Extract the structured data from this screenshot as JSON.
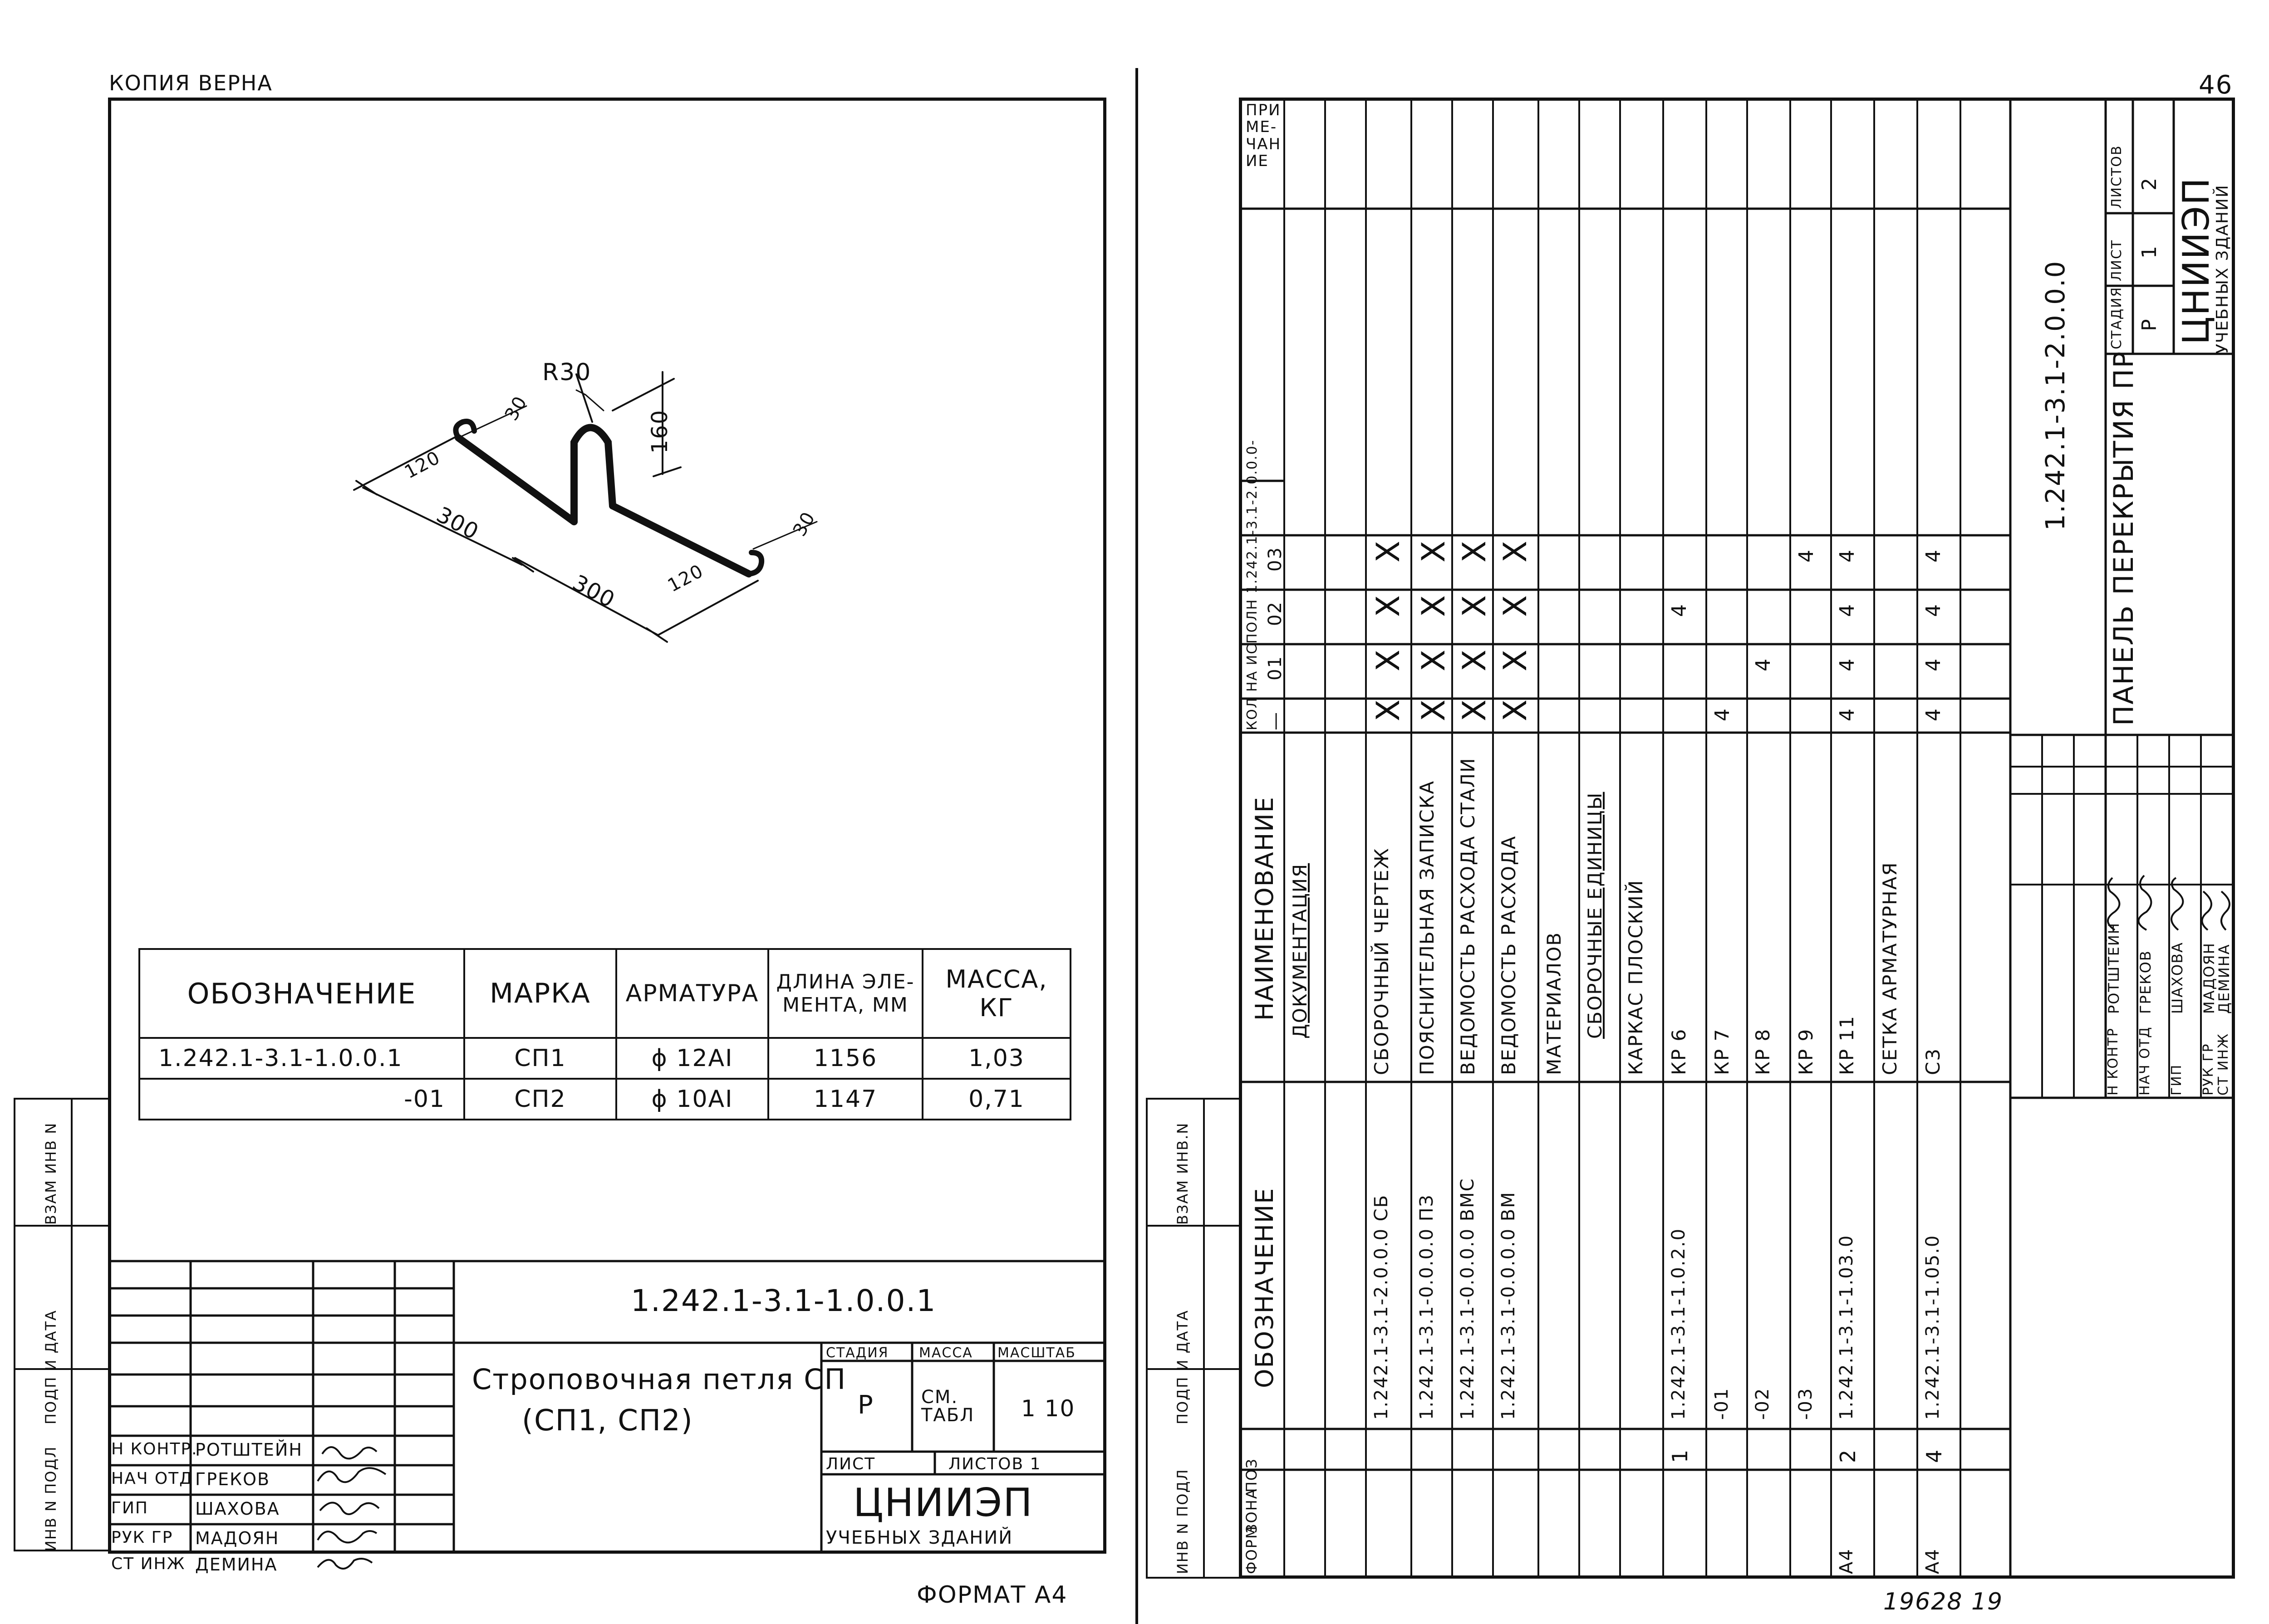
{
  "left_sheet": {
    "copy_stamp": "КОПИЯ   ВЕРНА",
    "drawing_dims": {
      "radius": "R30",
      "height": "160",
      "hook_top": "30",
      "hook_bottom": "30",
      "leg_left": "300",
      "leg_right": "300",
      "width_left": "120",
      "width_right": "120"
    },
    "spec_table": {
      "headers": [
        "ОБОЗНАЧЕНИЕ",
        "МАРКА",
        "АРМАТУРА",
        "ДЛИНА ЭЛЕ-\nМЕНТА, ММ",
        "МАССА,\nКГ"
      ],
      "rows": [
        [
          "1.242.1-3.1-1.0.0.1",
          "СП1",
          "ϕ 12АI",
          "1156",
          "1,03"
        ],
        [
          "-01",
          "СП2",
          "ϕ 10АI",
          "1147",
          "0,71"
        ]
      ]
    },
    "side_strip": [
      "ИНВ N ПОДЛ",
      "ПОДП И ДАТА",
      "ВЗАМ ИНВ N"
    ],
    "title_block": {
      "code": "1.242.1-3.1-1.0.0.1",
      "name_line1": "Строповочная петля СП",
      "name_line2": "(СП1, СП2)",
      "stage_header": "СТАДИЯ",
      "mass_header": "МАССА",
      "scale_header": "МАСШТАБ",
      "stage_value": "Р",
      "mass_value": "СМ. ТАБЛ",
      "scale_value": "1 10",
      "sheet_label": "ЛИСТ",
      "sheets_label": "ЛИСТОВ 1",
      "org": "ЦНИИЭП",
      "org_sub": "УЧЕБНЫХ ЗДАНИЙ",
      "roles": [
        {
          "role": "Н КОНТР.",
          "name": "РОТШТЕЙН"
        },
        {
          "role": "НАЧ ОТД",
          "name": "ГРЕКОВ"
        },
        {
          "role": "ГИП",
          "name": "ШАХОВА"
        },
        {
          "role": "РУК ГР",
          "name": "МАДОЯН"
        },
        {
          "role": "СТ ИНЖ",
          "name": "ДЕМИНА"
        }
      ]
    },
    "format": "ФОРМАТ А4"
  },
  "right_sheet": {
    "corner_number": "46",
    "footer_number": "19628  19",
    "side_strip": [
      "ИНВ N ПОДЛ",
      "ПОДП И ДАТА",
      "ВЗАМ ИНВ.N"
    ],
    "headers": {
      "format": "ФОРМ",
      "zone": "ЗОНА",
      "pos": "ПОЗ",
      "designation": "ОБОЗНАЧЕНИЕ",
      "name": "НАИМЕНОВАНИЕ",
      "qty": "КОЛ НА ИСПОЛН 1.242.1-3.1-2.0.0.0-",
      "qty_cols": [
        "—",
        "01",
        "02",
        "03"
      ],
      "note": "ПРИМЕ-ЧАНИЕ"
    },
    "rows": [
      {
        "fmt": "",
        "pos": "",
        "des": "",
        "name": "ДОКУМЕНТАЦИЯ",
        "q": [
          "",
          "",
          "",
          ""
        ]
      },
      {
        "fmt": "",
        "pos": "",
        "des": "",
        "name": "",
        "q": [
          "",
          "",
          "",
          ""
        ]
      },
      {
        "fmt": "",
        "pos": "",
        "des": "1.242.1-3.1-2.0.0.0 СБ",
        "name": "СБОРОЧНЫЙ ЧЕРТЕЖ",
        "q": [
          "X",
          "X",
          "X",
          "X"
        ]
      },
      {
        "fmt": "",
        "pos": "",
        "des": "1.242.1-3.1-0.0.0.0 ПЗ",
        "name": "ПОЯСНИТЕЛЬНАЯ ЗАПИСКА",
        "q": [
          "X",
          "X",
          "X",
          "X"
        ]
      },
      {
        "fmt": "",
        "pos": "",
        "des": "1.242.1-3.1-0.0.0.0 ВМС",
        "name": "ВЕДОМОСТЬ РАСХОДА СТАЛИ",
        "q": [
          "X",
          "X",
          "X",
          "X"
        ]
      },
      {
        "fmt": "",
        "pos": "",
        "des": "1.242.1-3.1-0.0.0.0 ВМ",
        "name": "ВЕДОМОСТЬ РАСХОДА",
        "q": [
          "X",
          "X",
          "X",
          "X"
        ]
      },
      {
        "fmt": "",
        "pos": "",
        "des": "",
        "name": "МАТЕРИАЛОВ",
        "q": [
          "",
          "",
          "",
          ""
        ]
      },
      {
        "fmt": "",
        "pos": "",
        "des": "",
        "name": "СБОРОЧНЫЕ ЕДИНИЦЫ",
        "q": [
          "",
          "",
          "",
          ""
        ]
      },
      {
        "fmt": "",
        "pos": "",
        "des": "",
        "name": "КАРКАС  ПЛОСКИЙ",
        "q": [
          "",
          "",
          "",
          ""
        ]
      },
      {
        "fmt": "",
        "pos": "1",
        "des": "1.242.1-3.1-1.0.2.0",
        "name": "КР 6",
        "q": [
          "",
          "",
          "4",
          ""
        ]
      },
      {
        "fmt": "",
        "pos": "",
        "des": "-01",
        "name": "КР 7",
        "q": [
          "4",
          "",
          "",
          ""
        ]
      },
      {
        "fmt": "",
        "pos": "",
        "des": "-02",
        "name": "КР 8",
        "q": [
          "",
          "4",
          "",
          ""
        ]
      },
      {
        "fmt": "",
        "pos": "",
        "des": "-03",
        "name": "КР 9",
        "q": [
          "",
          "",
          "",
          "4"
        ]
      },
      {
        "fmt": "А4",
        "pos": "2",
        "des": "1.242.1-3.1-1.03.0",
        "name": "КР 11",
        "q": [
          "4",
          "4",
          "4",
          "4"
        ]
      },
      {
        "fmt": "",
        "pos": "",
        "des": "",
        "name": "СЕТКА АРМАТУРНАЯ",
        "q": [
          "",
          "",
          "",
          ""
        ]
      },
      {
        "fmt": "А4",
        "pos": "4",
        "des": "1.242.1-3.1-1.05.0",
        "name": "С3",
        "q": [
          "4",
          "4",
          "4",
          "4"
        ]
      }
    ],
    "title_block": {
      "code": "1.242.1-3.1-2.0.0.0",
      "name": "ПАНЕЛЬ ПЕРЕКРЫТИЯ ПР",
      "stage_header": "СТАДИЯ",
      "sheet_header": "ЛИСТ",
      "sheets_header": "ЛИСТОВ",
      "stage_value": "Р",
      "sheet_value": "1",
      "sheets_value": "2",
      "org": "ЦНИИЭП",
      "org_sub": "УЧЕБНЫХ ЗДАНИЙ",
      "roles": [
        {
          "role": "Н КОНТР",
          "name": "РОТШТЕЙН"
        },
        {
          "role": "НАЧ ОТД",
          "name": "ГРЕКОВ"
        },
        {
          "role": "ГИП",
          "name": "ШАХОВА"
        },
        {
          "role": "РУК ГР",
          "name": "МАДОЯН"
        },
        {
          "role": "СТ ИНЖ",
          "name": "ДЕМИНА"
        }
      ]
    }
  }
}
